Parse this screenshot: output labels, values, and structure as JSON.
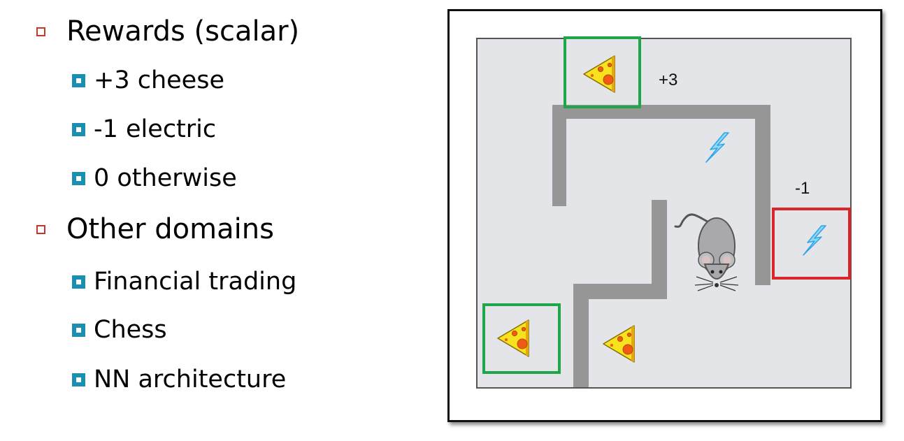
{
  "bullets": {
    "rewards": {
      "label": "Rewards (scalar)",
      "items": [
        "+3 cheese",
        "-1 electric",
        "0 otherwise"
      ]
    },
    "domains": {
      "label": "Other domains",
      "items": [
        "Financial trading",
        "Chess",
        "NN architecture"
      ]
    }
  },
  "maze": {
    "reward_cheese_label": "+3",
    "reward_electric_label": "-1"
  },
  "colors": {
    "top_bullet": "#c0392b",
    "sub_bullet": "#1a8fb0",
    "highlight_good": "#1fa64a",
    "highlight_bad": "#d9262b",
    "maze_floor": "#e4e5e8",
    "maze_wall": "#969696"
  }
}
